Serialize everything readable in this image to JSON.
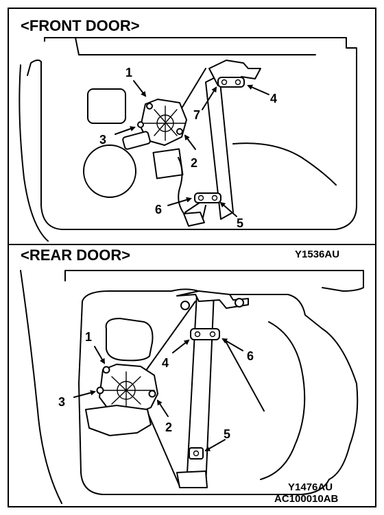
{
  "front": {
    "title": "<FRONT DOOR>",
    "code": "Y1536AU",
    "callouts": [
      "1",
      "2",
      "3",
      "4",
      "5",
      "6",
      "7"
    ]
  },
  "rear": {
    "title": "<REAR DOOR>",
    "code": "Y1476AU",
    "callouts": [
      "1",
      "2",
      "3",
      "4",
      "5",
      "6"
    ]
  },
  "figure_code": "AC100010AB"
}
